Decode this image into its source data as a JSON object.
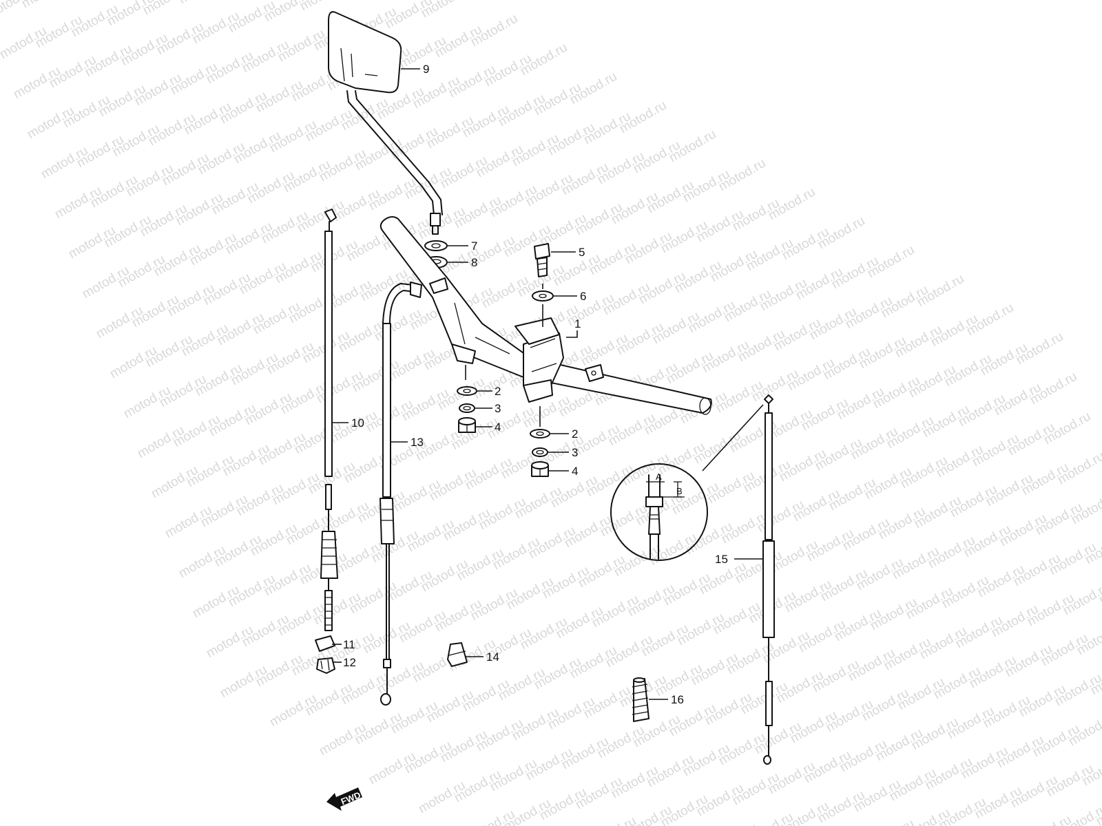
{
  "watermark": "motod.ru",
  "callouts": {
    "c1": "1",
    "c2a": "2",
    "c2b": "2",
    "c3a": "3",
    "c3b": "3",
    "c4a": "4",
    "c4b": "4",
    "c5": "5",
    "c6": "6",
    "c7": "7",
    "c8": "8",
    "c9": "9",
    "c10": "10",
    "c11": "11",
    "c12": "12",
    "c13": "13",
    "c14": "14",
    "c15": "15",
    "c16": "16"
  },
  "detail": {
    "label_a": "A",
    "label_b": "B"
  },
  "fwd": "FWD"
}
